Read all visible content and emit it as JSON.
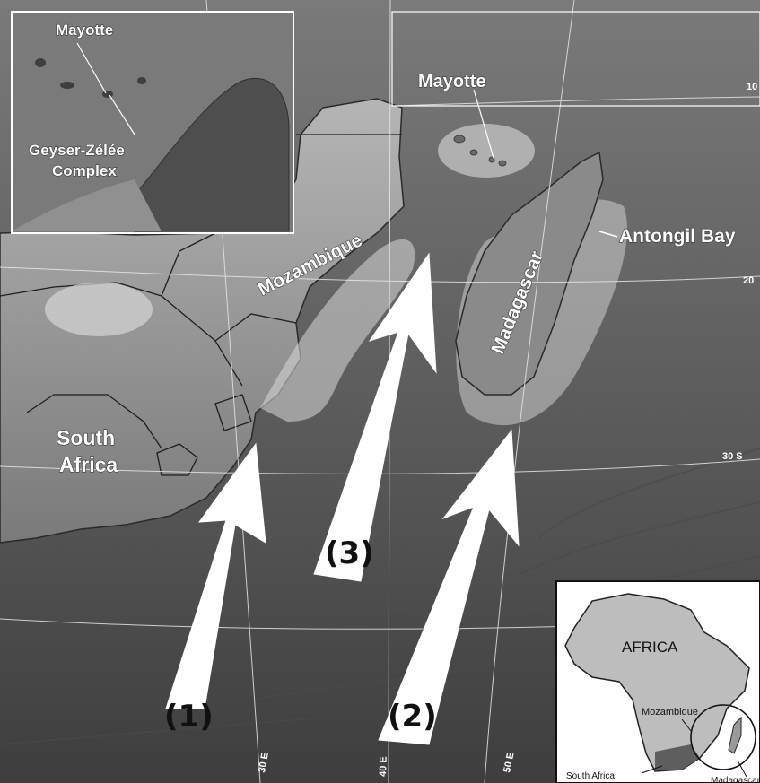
{
  "labels": {
    "mayotte": "Mayotte",
    "mozambique": "Mozambique",
    "madagascar": "Madagascar",
    "antongil_bay": "Antongil Bay",
    "south_africa_line1": "South",
    "south_africa_line2": "Africa"
  },
  "top_inset": {
    "mayotte": "Mayotte",
    "geyser_line1": "Geyser-Zélée",
    "geyser_line2": "Complex"
  },
  "grid_ticks": {
    "lat_10": "10",
    "lat_20": "20",
    "lat_30": "30 S",
    "lon_1": "30 E",
    "lon_2": "40 E",
    "lon_3": "50 E"
  },
  "routes": [
    {
      "label": "(1)"
    },
    {
      "label": "(2)"
    },
    {
      "label": "(3)"
    }
  ],
  "africa_inset": {
    "africa": "AFRICA",
    "mozambique": "Mozambique",
    "south_africa": "South Africa",
    "madagascar": "Madagascar"
  },
  "colors": {
    "ocean": "#5f5f5f",
    "land": "#8c8c8c",
    "arrow": "#ffffff",
    "halo": "#d8d8d8"
  }
}
